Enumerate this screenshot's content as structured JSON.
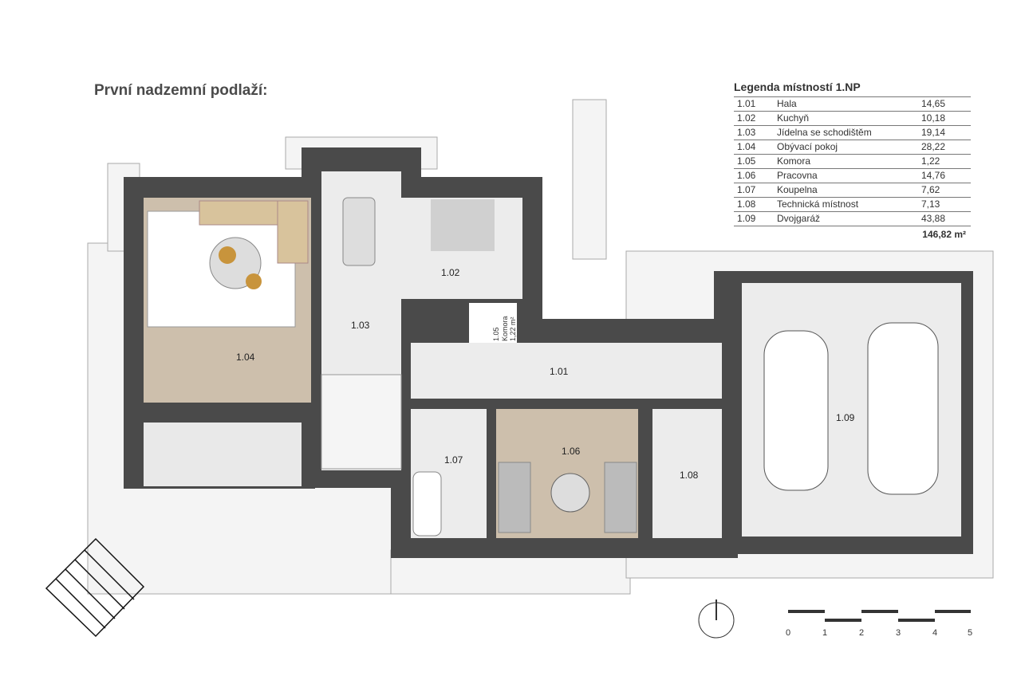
{
  "title": "První nadzemní podlaží:",
  "legend": {
    "heading": "Legenda místností 1.NP",
    "rooms": [
      {
        "id": "1.01",
        "name": "Hala",
        "area": "14,65"
      },
      {
        "id": "1.02",
        "name": "Kuchyň",
        "area": "10,18"
      },
      {
        "id": "1.03",
        "name": "Jídelna se schodištěm",
        "area": "19,14"
      },
      {
        "id": "1.04",
        "name": "Obývací pokoj",
        "area": "28,22"
      },
      {
        "id": "1.05",
        "name": "Komora",
        "area": "1,22"
      },
      {
        "id": "1.06",
        "name": "Pracovna",
        "area": "14,76"
      },
      {
        "id": "1.07",
        "name": "Koupelna",
        "area": "7,62"
      },
      {
        "id": "1.08",
        "name": "Technická místnost",
        "area": "7,13"
      },
      {
        "id": "1.09",
        "name": "Dvojgaráž",
        "area": "43,88"
      }
    ],
    "total": "146,82 m²"
  },
  "plan": {
    "komora_label": "Komora",
    "komora_area": "1,22 m²"
  },
  "scale": {
    "ticks": [
      "0",
      "1",
      "2",
      "3",
      "4",
      "5"
    ]
  },
  "colors": {
    "wall": "#4a4a4a",
    "wood": "#cdbfac",
    "tile": "#ececec",
    "paving": "#f3f3f3"
  }
}
